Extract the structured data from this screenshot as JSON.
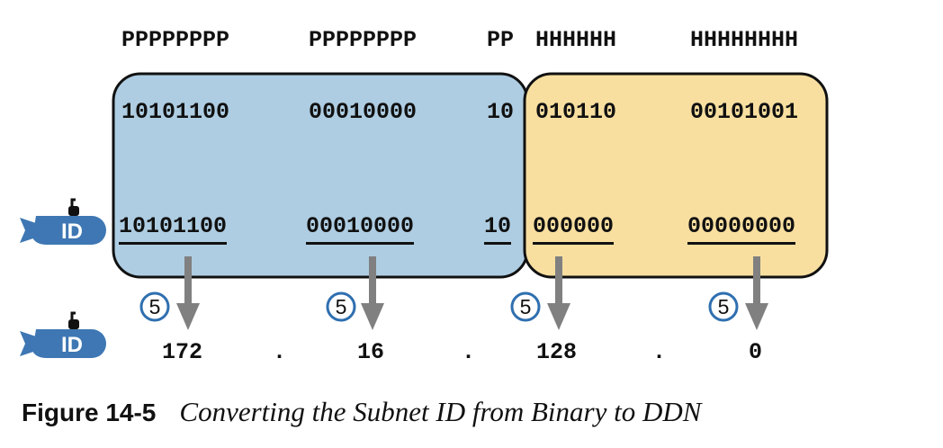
{
  "colors": {
    "prefix_fill": "#aecde2",
    "host_fill": "#f8dfa0",
    "outline": "#111111",
    "arrow": "#808080",
    "icon_blue": "#3e77b3",
    "step_ring": "#2f6fb0"
  },
  "header": {
    "octet1": "PPPPPPPP",
    "octet2": "PPPPPPPP",
    "octet3_prefix": "PP",
    "octet3_host": "HHHHHH",
    "octet4": "HHHHHHHH"
  },
  "address_row": {
    "octet1": "10101100",
    "octet2": "00010000",
    "octet3_prefix": "10",
    "octet3_host": "010110",
    "octet4": "00101001"
  },
  "subnet_id_row": {
    "octet1": "10101100",
    "octet2": "00010000",
    "octet3_prefix": "10",
    "octet3_host": "000000",
    "octet4": "00000000"
  },
  "icons": {
    "row_icon": "subnet-id-submarine-icon",
    "row_icon_text": "ID"
  },
  "step_badge": "5",
  "ddn": {
    "octet1": "172",
    "dot1": ".",
    "octet2": "16",
    "dot2": ".",
    "octet3": "128",
    "dot3": ".",
    "octet4": "0"
  },
  "caption": {
    "label": "Figure 14-5",
    "title": "Converting the Subnet ID from Binary to DDN"
  }
}
